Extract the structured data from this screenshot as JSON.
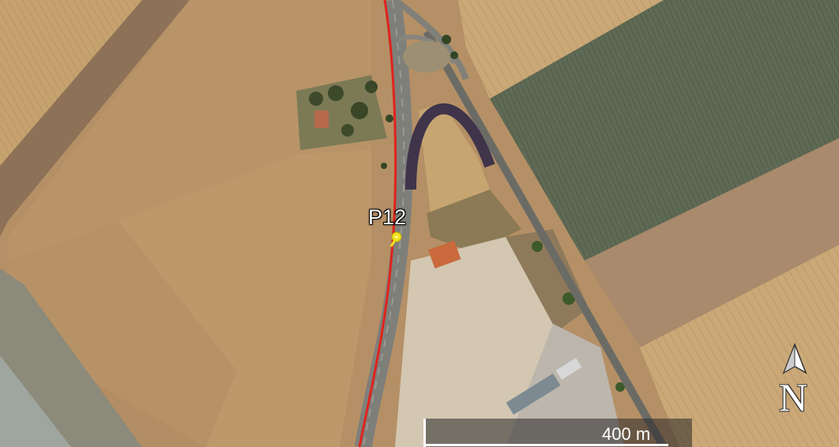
{
  "map": {
    "type": "satellite",
    "route_color": "#e0231c",
    "pin_color": "#f2e21a"
  },
  "placemark": {
    "label": "P12",
    "icon": "pushpin-icon"
  },
  "scale": {
    "label": "400 m"
  },
  "compass": {
    "letter": "N",
    "icon": "north-arrow-icon"
  }
}
